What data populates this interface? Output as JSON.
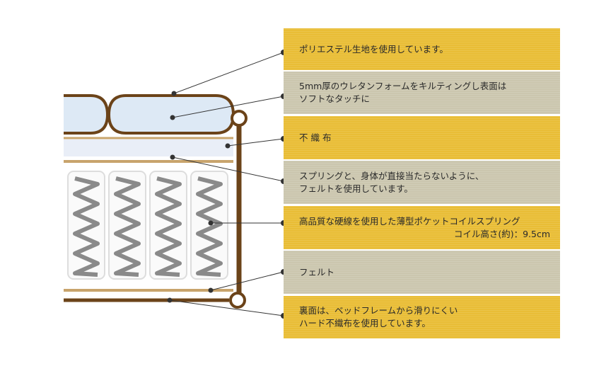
{
  "colors": {
    "gold_panel": "#e9bd36",
    "gray_panel": "#cbc6ae",
    "frame_brown": "#6b4319",
    "foam_blue": "#dde9f5",
    "felt_tan": "#c8a46c",
    "leader_line": "#333333"
  },
  "labels": [
    {
      "id": "fabric",
      "style": "gold",
      "lines": [
        "ポリエステル生地を使用しています。"
      ]
    },
    {
      "id": "foam",
      "style": "gray",
      "lines": [
        "5mm厚のウレタンフォームをキルティングし表面は",
        "ソフトなタッチに"
      ]
    },
    {
      "id": "nonwoven",
      "style": "gold",
      "lines": [
        "不 織 布"
      ]
    },
    {
      "id": "felt-note",
      "style": "gray",
      "lines": [
        "スプリングと、身体が直接当たらないように、",
        "フェルトを使用しています。"
      ]
    },
    {
      "id": "coil",
      "style": "gold",
      "lines": [
        "高品質な硬線を使用した薄型ポケットコイルスプリング"
      ],
      "right_line": "コイル高さ(約)：9.5cm"
    },
    {
      "id": "felt",
      "style": "gray",
      "lines": [
        "フェルト"
      ]
    },
    {
      "id": "bottom",
      "style": "gold",
      "lines": [
        "裏面は、ベッドフレームから滑りにくい",
        "ハード不織布を使用しています。"
      ]
    }
  ]
}
